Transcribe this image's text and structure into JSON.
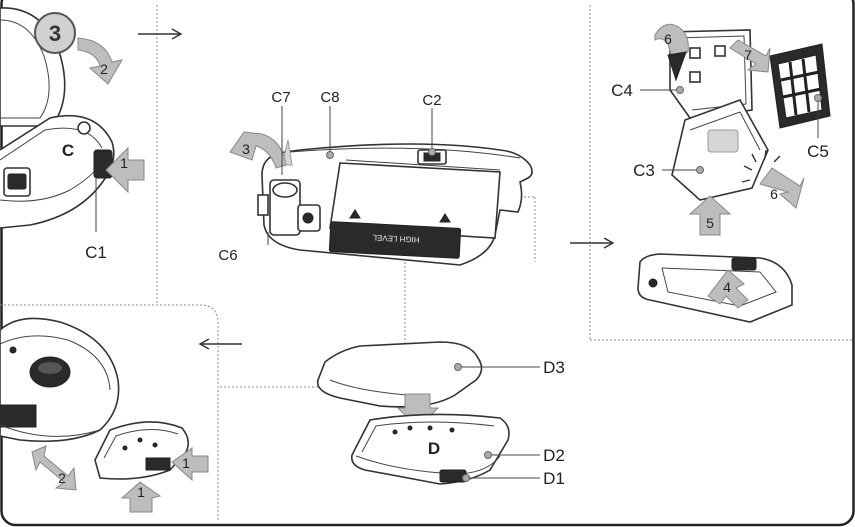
{
  "step": {
    "number": "3"
  },
  "labels": {
    "C": "C",
    "C1": "C1",
    "C2": "C2",
    "C3": "C3",
    "C4": "C4",
    "C5": "C5",
    "C6": "C6",
    "C7": "C7",
    "C8": "C8",
    "D": "D",
    "D1": "D1",
    "D2": "D2",
    "D3": "D3"
  },
  "tank_text": "HIGH LEVEL",
  "arrows": {
    "a1_top": "1",
    "a2_top": "2",
    "a3": "3",
    "a4": "4",
    "a5": "5",
    "a6_top": "6",
    "a6_bottom": "6",
    "a7": "7",
    "a1_bot_right": "1",
    "a1_bot_left": "1",
    "a2_bot": "2"
  },
  "colors": {
    "line": "#333333",
    "arrow_fill": "#bdbdbd",
    "frame": "#222222"
  }
}
